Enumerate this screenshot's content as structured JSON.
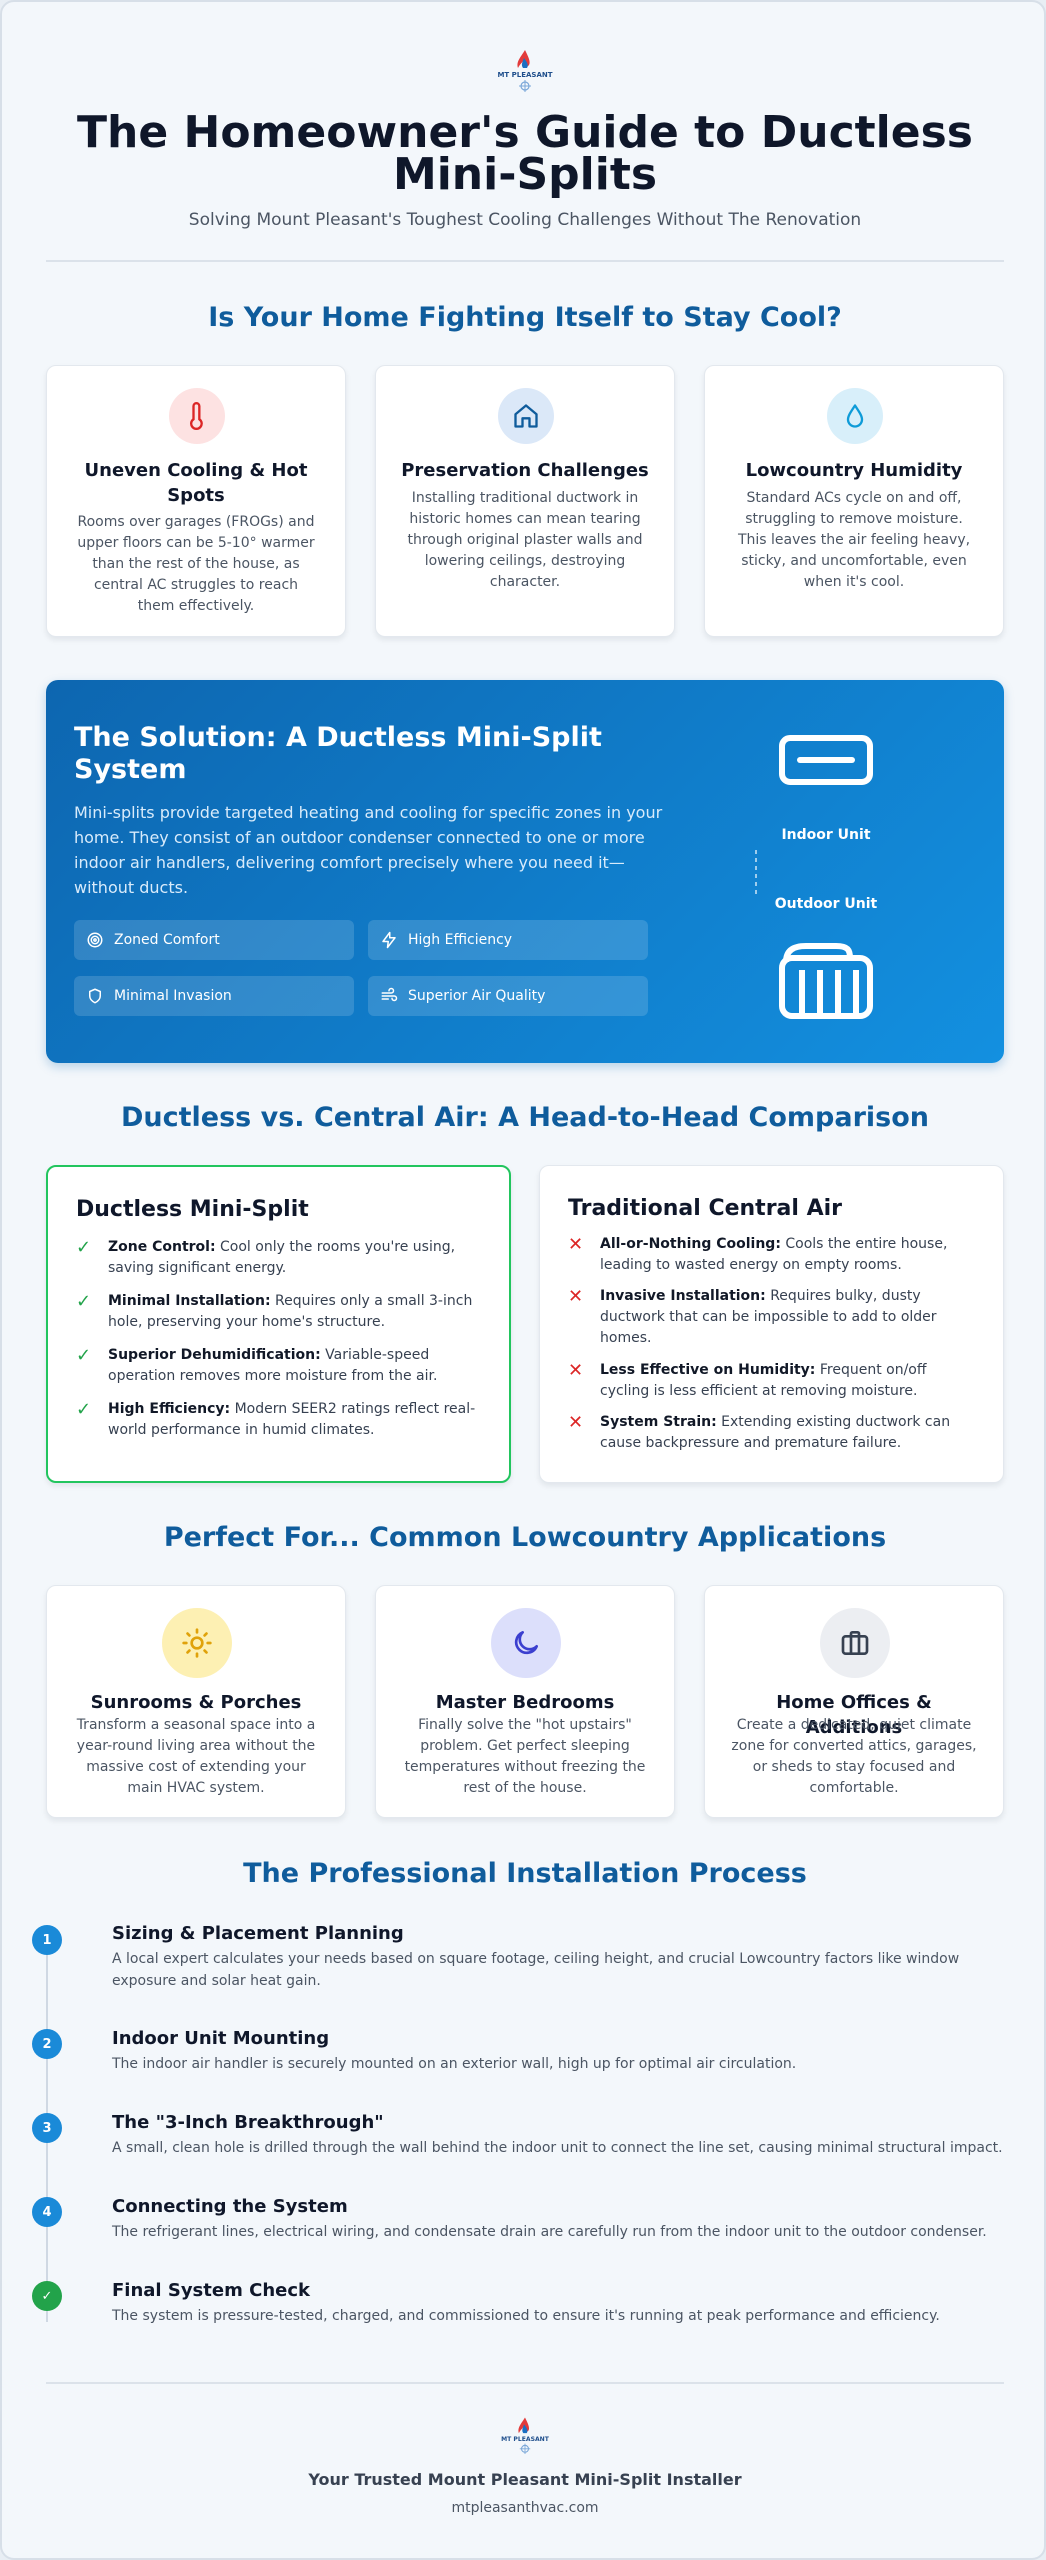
{
  "header": {
    "logo_text": "MT PLEASANT",
    "title": "The Homeowner's Guide to Ductless Mini-Splits",
    "subtitle": "Solving Mount Pleasant's Toughest Cooling Challenges Without The Renovation"
  },
  "problems": {
    "title": "Is Your Home Fighting Itself to Stay Cool?",
    "cards": [
      {
        "icon": "thermometer-icon",
        "title": "Uneven Cooling & Hot Spots",
        "text": "Rooms over garages (FROGs) and upper floors can be 5-10° warmer than the rest of the house, as central AC struggles to reach them effectively."
      },
      {
        "icon": "house-icon",
        "title": "Preservation Challenges",
        "text": "Installing traditional ductwork in historic homes can mean tearing through original plaster walls and lowering ceilings, destroying character."
      },
      {
        "icon": "droplet-icon",
        "title": "Lowcountry Humidity",
        "text": "Standard ACs cycle on and off, struggling to remove moisture. This leaves the air feeling heavy, sticky, and uncomfortable, even when it's cool."
      }
    ]
  },
  "solution": {
    "title": "The Solution: A Ductless Mini-Split System",
    "text": "Mini-splits provide targeted heating and cooling for specific zones in your home. They consist of an outdoor condenser connected to one or more indoor air handlers, delivering comfort precisely where you need it—without ducts.",
    "features": [
      "Zoned Comfort",
      "High Efficiency",
      "Minimal Invasion",
      "Superior Air Quality"
    ],
    "indoor_label": "Indoor Unit",
    "outdoor_label": "Outdoor Unit"
  },
  "comparison": {
    "title": "Ductless vs. Central Air: A Head-to-Head Comparison",
    "ductless": {
      "title": "Ductless Mini-Split",
      "items": [
        {
          "label": "Zone Control:",
          "text": " Cool only the rooms you're using, saving significant energy."
        },
        {
          "label": "Minimal Installation:",
          "text": " Requires only a small 3-inch hole, preserving your home's structure."
        },
        {
          "label": "Superior Dehumidification:",
          "text": " Variable-speed operation removes more moisture from the air."
        },
        {
          "label": "High Efficiency:",
          "text": " Modern SEER2 ratings reflect real-world performance in humid climates."
        }
      ]
    },
    "central": {
      "title": "Traditional Central Air",
      "items": [
        {
          "label": "All-or-Nothing Cooling:",
          "text": " Cools the entire house, leading to wasted energy on empty rooms."
        },
        {
          "label": "Invasive Installation:",
          "text": " Requires bulky, dusty ductwork that can be impossible to add to older homes."
        },
        {
          "label": "Less Effective on Humidity:",
          "text": " Frequent on/off cycling is less efficient at removing moisture."
        },
        {
          "label": "System Strain:",
          "text": " Extending existing ductwork can cause backpressure and premature failure."
        }
      ]
    },
    "check_mark": "✓",
    "x_mark": "✕"
  },
  "applications": {
    "title": "Perfect For... Common Lowcountry Applications",
    "cards": [
      {
        "icon": "sun-icon",
        "title": "Sunrooms & Porches",
        "text": "Transform a seasonal space into a year-round living area without the massive cost of extending your main HVAC system."
      },
      {
        "icon": "moon-icon",
        "title": "Master Bedrooms",
        "text": "Finally solve the \"hot upstairs\" problem. Get perfect sleeping temperatures without freezing the rest of the house."
      },
      {
        "icon": "briefcase-icon",
        "title": "Home Offices & Additions",
        "text": "Create a dedicated, quiet climate zone for converted attics, garages, or sheds to stay focused and comfortable."
      }
    ]
  },
  "process": {
    "title": "The Professional Installation Process",
    "steps": [
      {
        "num": "1",
        "title": "Sizing & Placement Planning",
        "text": "A local expert calculates your needs based on square footage, ceiling height, and crucial Lowcountry factors like window exposure and solar heat gain."
      },
      {
        "num": "2",
        "title": "Indoor Unit Mounting",
        "text": "The indoor air handler is securely mounted on an exterior wall, high up for optimal air circulation."
      },
      {
        "num": "3",
        "title": "The \"3-Inch Breakthrough\"",
        "text": "A small, clean hole is drilled through the wall behind the indoor unit to connect the line set, causing minimal structural impact."
      },
      {
        "num": "4",
        "title": "Connecting the System",
        "text": "The refrigerant lines, electrical wiring, and condensate drain are carefully run from the indoor unit to the outdoor condenser."
      },
      {
        "num": "✓",
        "title": "Final System Check",
        "text": "The system is pressure-tested, charged, and commissioned to ensure it's running at peak performance and efficiency."
      }
    ]
  },
  "footer": {
    "title": "Your Trusted Mount Pleasant Mini-Split Installer",
    "url": "mtpleasanthvac.com"
  },
  "colors": {
    "accent": "#0f5c9c",
    "banner": "#1390e0",
    "check": "#22a34a",
    "cross": "#dc2626",
    "final_step": "#22a34a"
  }
}
